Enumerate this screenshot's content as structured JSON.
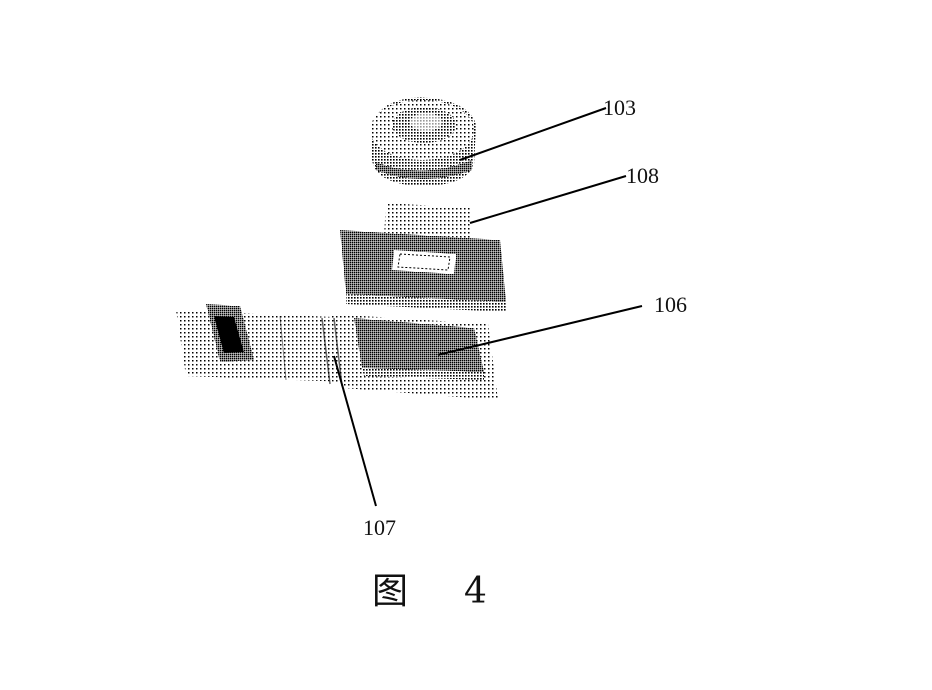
{
  "labels": {
    "lens": "103",
    "filter": "108",
    "sensor": "106",
    "flex": "107"
  },
  "caption": {
    "prefix": "图",
    "number": "4"
  }
}
